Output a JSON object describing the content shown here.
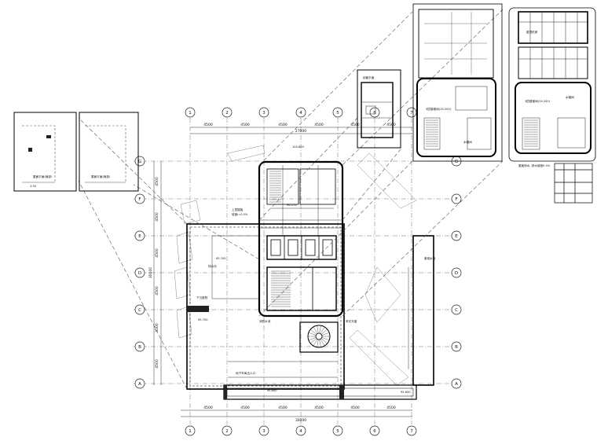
{
  "grid": {
    "columns": [
      "1",
      "2",
      "3",
      "4",
      "5",
      "6",
      "7"
    ],
    "rows": [
      "G",
      "F",
      "E",
      "D",
      "C",
      "B",
      "A"
    ]
  },
  "dimensions": {
    "top_segments": [
      "4500",
      "4500",
      "4500",
      "4500",
      "4500",
      "4500"
    ],
    "top_total": "27000",
    "bottom_segments": [
      "4500",
      "4500",
      "4500",
      "4500",
      "4500",
      "4500"
    ],
    "bottom_total": "30000",
    "left_segments": [
      "4500",
      "4500",
      "4500",
      "4500",
      "4500",
      "4500"
    ],
    "left_total": "30000"
  },
  "elevations": {
    "main_a": "95.700",
    "main_b": "96.170",
    "main_c": "100.800",
    "lower_left": "95.700",
    "bottom_center": "95.600",
    "bottom_right": "95.600"
  },
  "labels": {
    "inset1_title": "屋面平面(局部)",
    "inset1_scale": "1:50",
    "inset2_title": "屋面平面(局部)",
    "inset3_title": "剖面平面",
    "panel_mid_a": "3层楼梯间(15.200)",
    "panel_mid_b": "水箱间",
    "panel_right_a": "屋顶机房",
    "panel_right_b": "3层楼梯间(15.200)",
    "panel_right_c": "水箱间",
    "panel_note": "屋面排水, 排水坡度0.5%",
    "main_note_a": "上层楼板",
    "main_note_b": "坡度i=0.5%",
    "main_note_c": "排水沟",
    "main_note_d": "下沉庭院",
    "main_note_e": "消防水池",
    "main_note_f": "采光天窗",
    "main_note_g": "景观水池",
    "main_note_h": "地下车库出入口"
  },
  "colors": {
    "line": "#222222",
    "wall": "#000000",
    "dash": "#555555",
    "grid": "#777777"
  }
}
